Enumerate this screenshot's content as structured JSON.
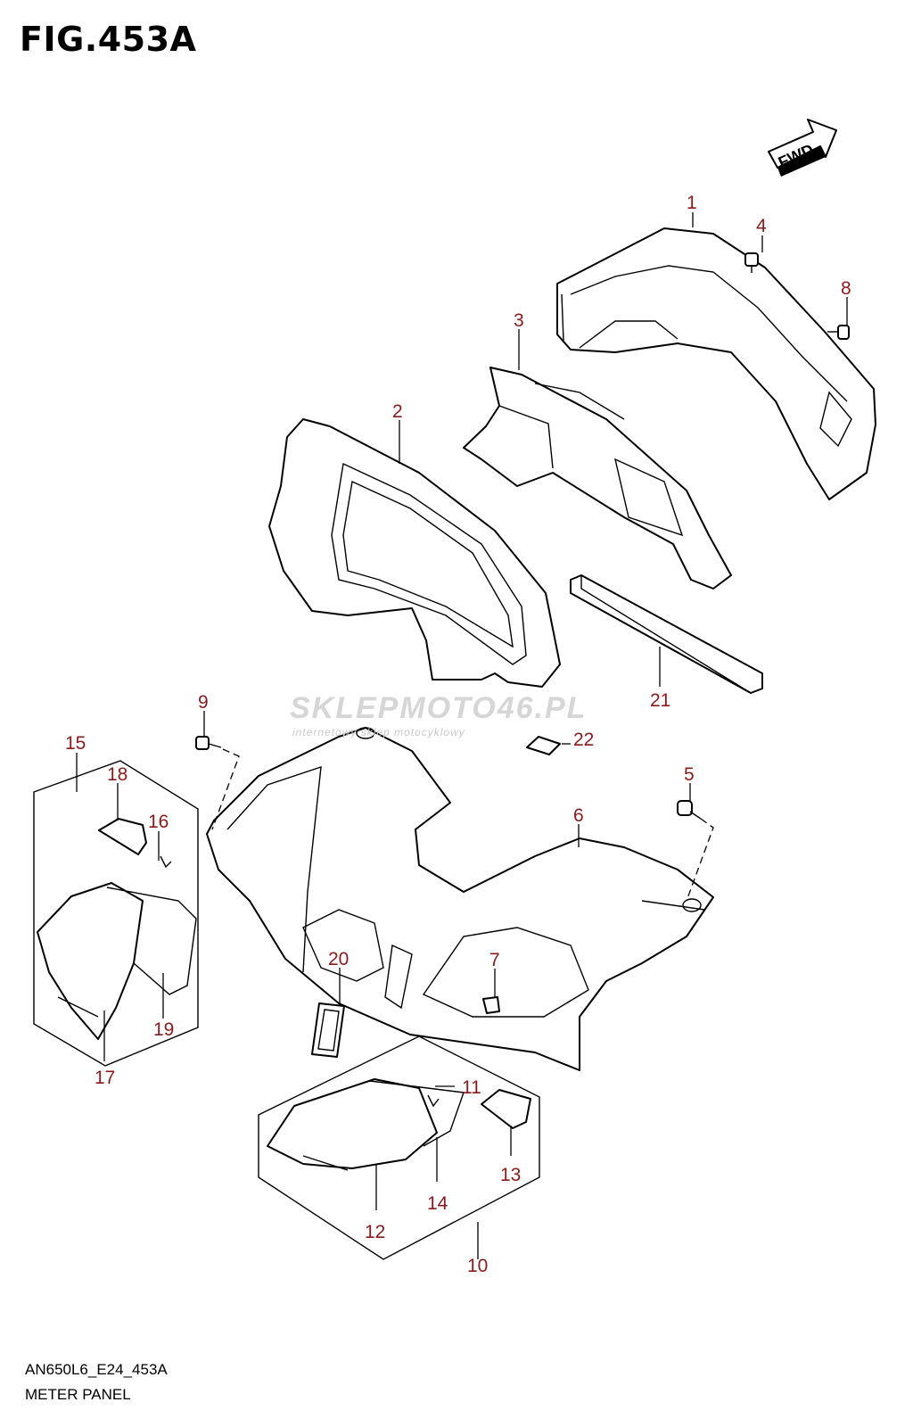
{
  "figure": {
    "title": "FIG.453A",
    "code": "AN650L6_E24_453A",
    "caption": "METER PANEL",
    "fwd_label": "FWD",
    "watermark": "SKLEPMOTO46.PL",
    "watermark_sub": "internetowy sklep motocyklowy"
  },
  "colors": {
    "callout": "#8b1a1a",
    "line": "#000000",
    "watermark": "#d6d6d6"
  },
  "callouts": [
    "1",
    "2",
    "3",
    "4",
    "5",
    "6",
    "7",
    "8",
    "9",
    "10",
    "11",
    "12",
    "13",
    "14",
    "15",
    "16",
    "17",
    "18",
    "19",
    "20",
    "21",
    "22"
  ]
}
